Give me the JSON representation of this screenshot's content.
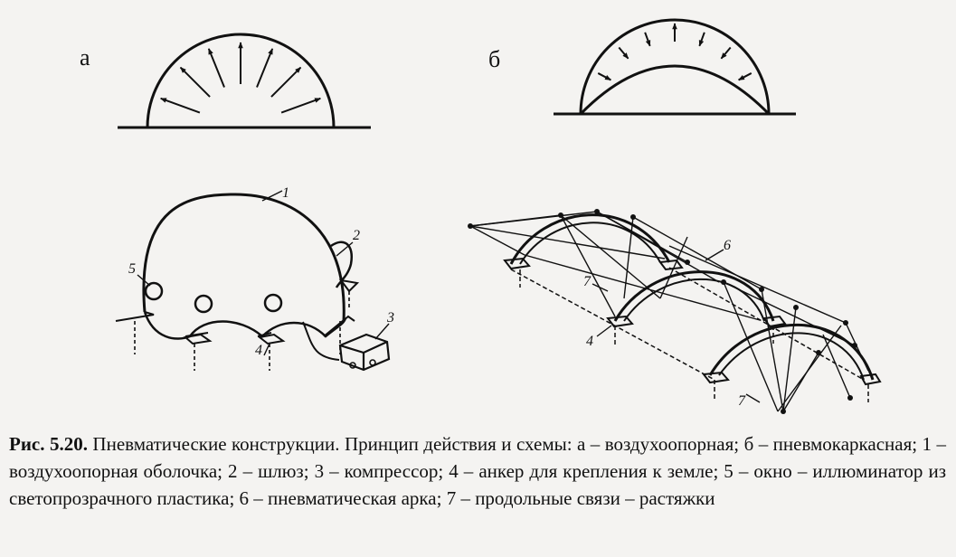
{
  "figure": {
    "panel_a_letter": "а",
    "panel_b_letter": "б",
    "callouts": {
      "n1": "1",
      "n2": "2",
      "n3": "3",
      "n4_left": "4",
      "n5": "5",
      "n6": "6",
      "n7_top": "7",
      "n4_right": "4",
      "n7_bottom": "7"
    }
  },
  "caption": {
    "label": "Рис. 5.20.",
    "text": " Пневматические конструкции. Принцип действия и схемы: а – воздухоопорная; б – пневмокаркасная; 1 – воздухоопорная оболочка; 2  – шлюз; 3 – компрессор; 4 – анкер для крепления к земле; 5 – окно – иллюминатор из светопрозрачного пластика; 6 – пневматическая арка; 7 – продольные связи – растяжки"
  }
}
